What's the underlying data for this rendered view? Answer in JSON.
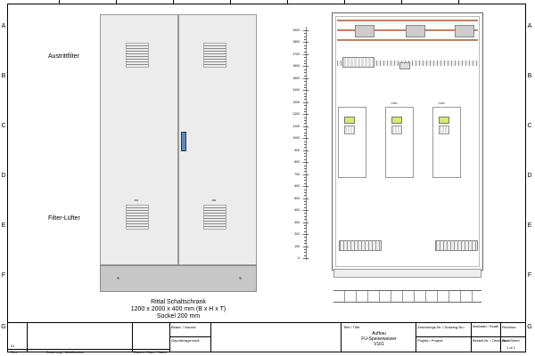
{
  "rows_left": [
    "A",
    "B",
    "C",
    "D",
    "E",
    "F",
    "G"
  ],
  "rows_right": [
    "A",
    "B",
    "C",
    "D",
    "E",
    "F",
    "G"
  ],
  "labels": {
    "austrittfilter": "Austrittfilter",
    "filter_luefter": "Filter-Lüfter",
    "caption_line1": "Rittal Schaltschrank",
    "caption_line2": "1200 x 2000 x 400 mm (B x H x T)",
    "caption_line3": "Sockel 200 mm",
    "fan_tag_1": "-M1",
    "fan_tag_2": "-M2",
    "drive_tags": [
      "",
      "-T101",
      "-T101"
    ]
  },
  "ruler": {
    "labels": [
      "1900",
      "1800",
      "1700",
      "1600",
      "1500",
      "1400",
      "1300",
      "1200",
      "1100",
      "1000",
      "900",
      "800",
      "700",
      "600",
      "500",
      "400",
      "300",
      "200",
      "100",
      "0"
    ]
  },
  "title_block": {
    "bearb": "Bearb. / Issued:",
    "gepr": "Geprüft/approved:",
    "rev_value": "01",
    "rev_label": "Rev.",
    "aenderung": "Änderung / Modification",
    "datum": "Datum / Date / Name",
    "titel_label": "Titel / Title:",
    "title_line1": "Aufbau",
    "title_line2": "FU-Speisewasser",
    "title_line3": "V101",
    "zeichnung": "Zeichnungs-Nr. / Drawing-No.:",
    "massstab": "Maßstab / Scale:",
    "revision": "Revision:",
    "projekt": "Projekt / Project:",
    "bestell": "Bestell-Nr. / Order-No.:",
    "blatt": "Blatt/Sheet",
    "blatt_value": "1 of 1"
  },
  "colors": {
    "copper_rail": "#c08060",
    "door_gray": "#ececec",
    "drive_screen": "#d4ec6a",
    "abb_red": "#e00000"
  }
}
